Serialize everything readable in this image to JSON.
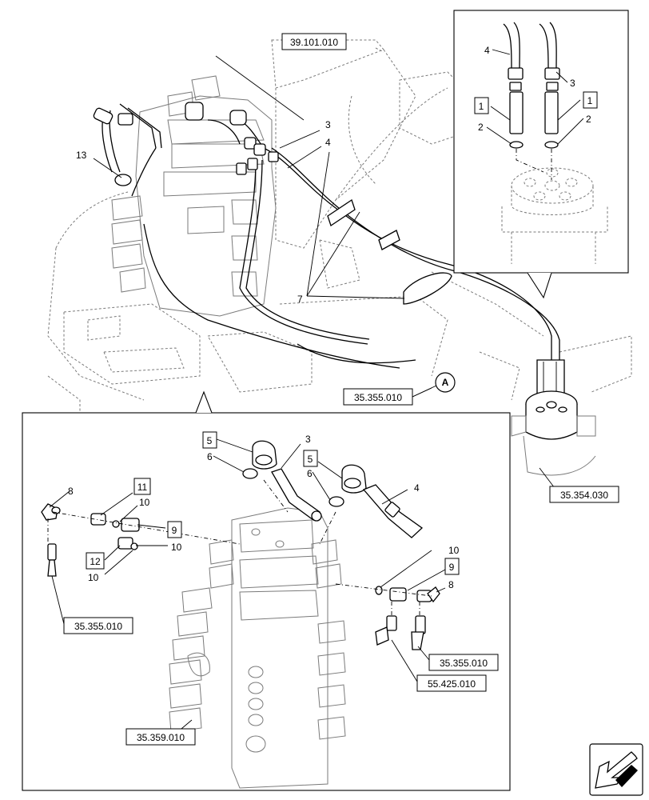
{
  "references": {
    "top_center": "39.101.010",
    "right_middle": "35.354.030",
    "center_a": "35.355.010",
    "detail_left": "35.355.010",
    "detail_right_1": "35.355.010",
    "detail_right_2": "55.425.010",
    "detail_bottom": "35.359.010"
  },
  "callouts": {
    "inset_hose_left": "4",
    "inset_hose_right": "3",
    "inset_fitting_left": "1",
    "inset_fitting_right": "1",
    "inset_oring_left": "2",
    "inset_oring_right": "2",
    "main_hose_3": "3",
    "main_hose_4": "4",
    "main_clamps": "7",
    "main_13": "13",
    "marker_a": "A",
    "detail_elbow_left": "5",
    "detail_elbow_right": "5",
    "detail_hose_3": "3",
    "detail_hose_4": "4",
    "detail_oring_left": "6",
    "detail_oring_right": "6",
    "detail_8_left": "8",
    "detail_8_right": "8",
    "detail_11": "11",
    "detail_9_left": "9",
    "detail_9_right": "9",
    "detail_12": "12",
    "detail_10_a": "10",
    "detail_10_b": "10",
    "detail_10_c": "10",
    "detail_10_d": "10"
  }
}
